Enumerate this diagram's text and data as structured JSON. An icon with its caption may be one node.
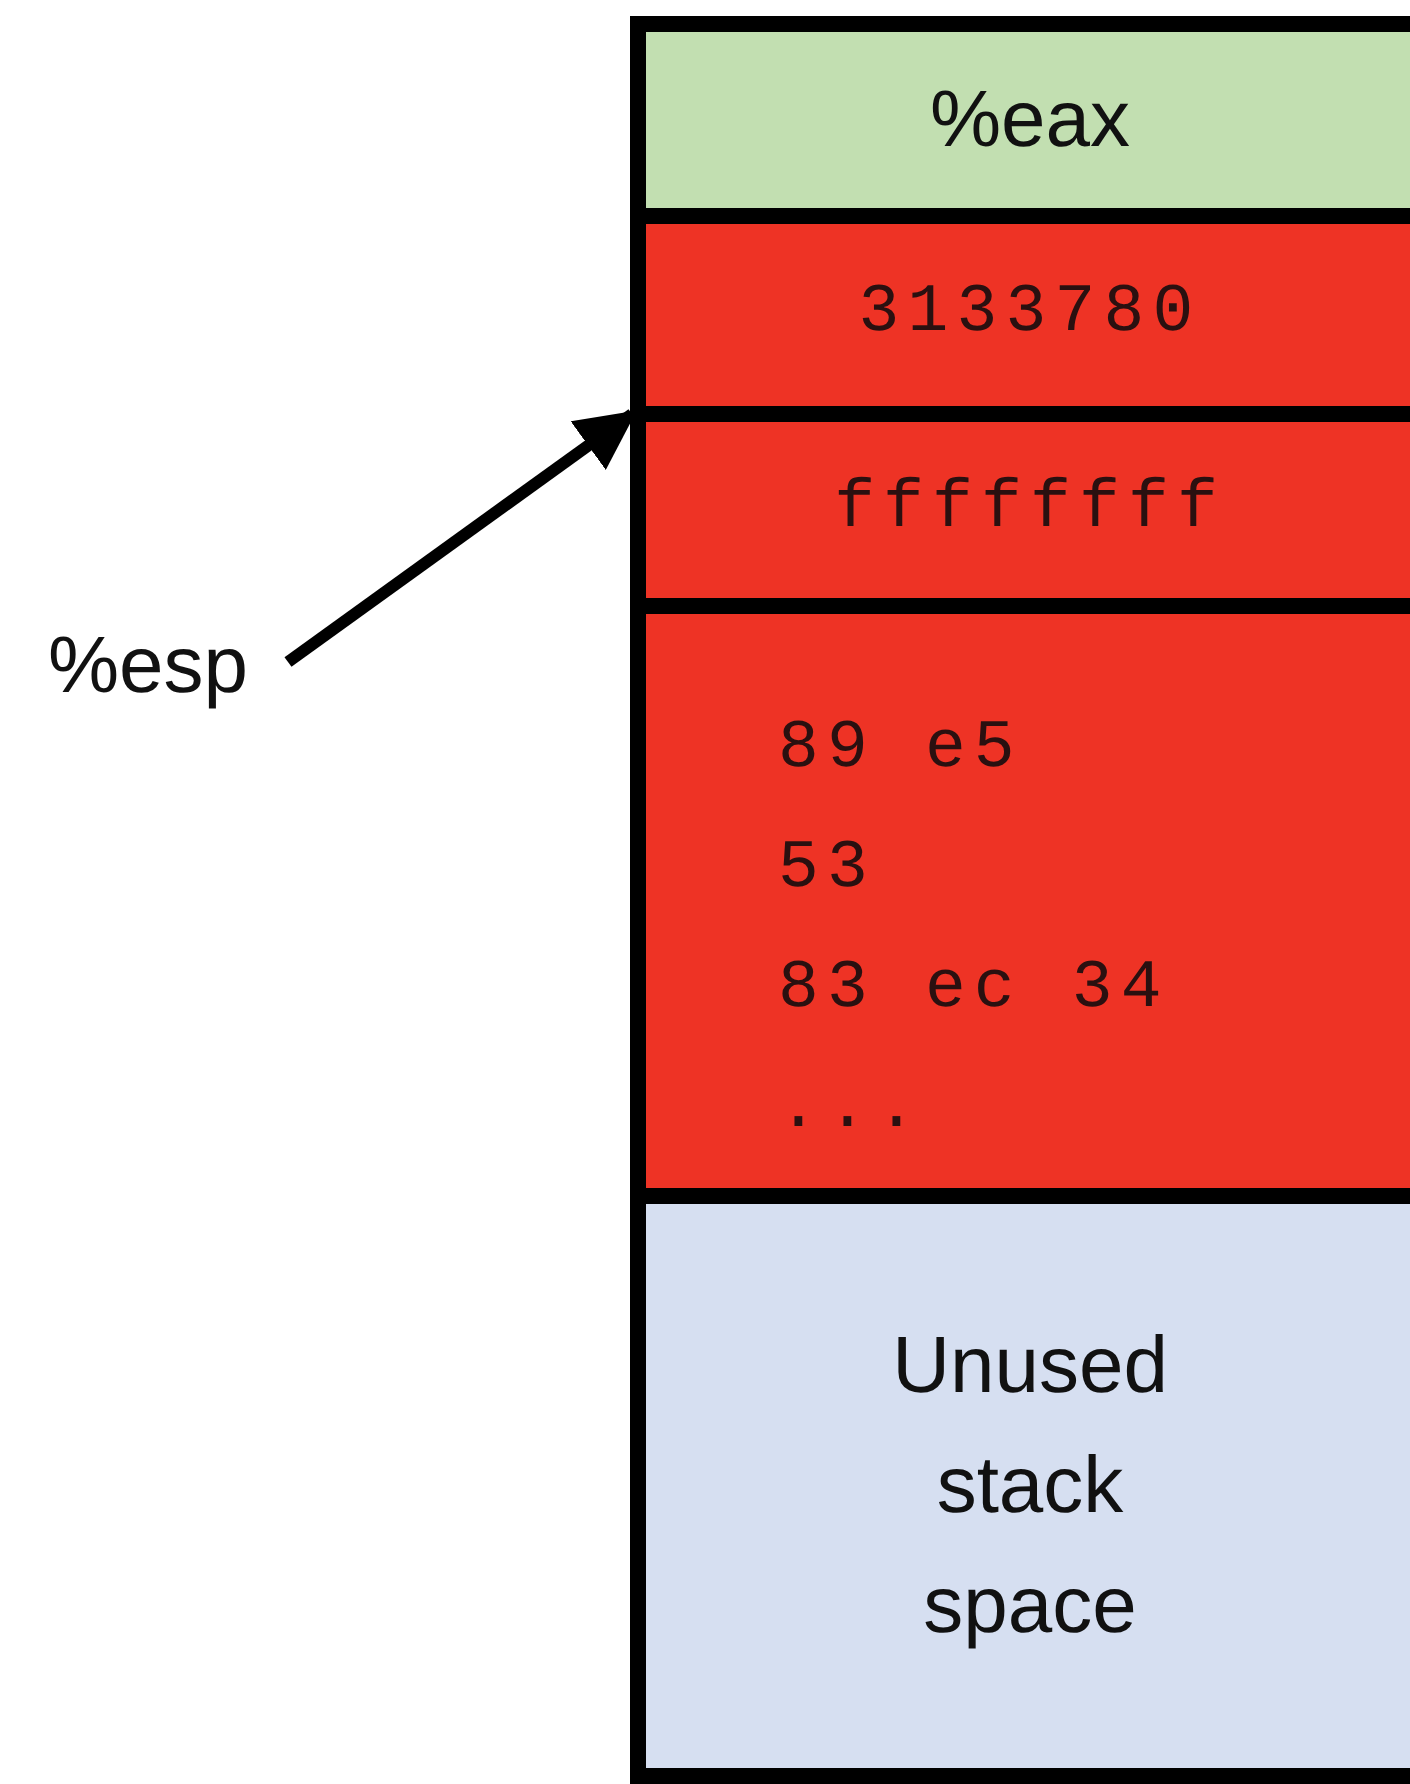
{
  "diagram": {
    "nodes": [
      {
        "text": [
          "%eax"
        ]
      },
      {
        "text": [
          "3133780"
        ]
      },
      {
        "text": [
          "ffffffff"
        ]
      },
      {
        "text": [
          "89 e5",
          "53",
          "83 ec 34",
          "..."
        ]
      },
      {
        "text": [
          "Unused stack space"
        ]
      },
      {
        "text": [
          "%esp"
        ]
      }
    ],
    "edges": [
      {
        "from": 5,
        "to": 2,
        "arrow": "to"
      }
    ]
  }
}
